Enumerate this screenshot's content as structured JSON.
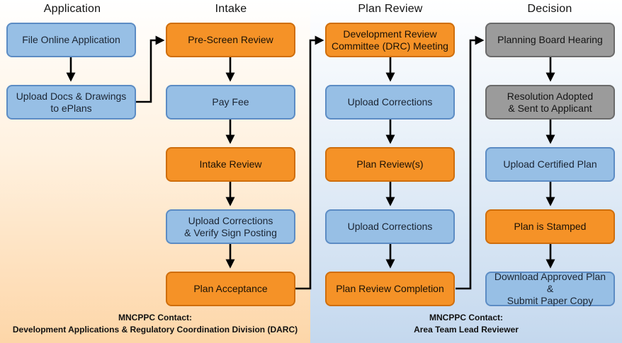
{
  "columns": [
    {
      "title": "Application"
    },
    {
      "title": "Intake"
    },
    {
      "title": "Plan Review"
    },
    {
      "title": "Decision"
    }
  ],
  "steps": {
    "application": [
      {
        "lines": [
          "File Online Application"
        ]
      },
      {
        "lines": [
          "Upload Docs & Drawings",
          "to ePlans"
        ]
      }
    ],
    "intake": [
      {
        "lines": [
          "Pre-Screen Review"
        ]
      },
      {
        "lines": [
          "Pay Fee"
        ]
      },
      {
        "lines": [
          "Intake Review"
        ]
      },
      {
        "lines": [
          "Upload Corrections",
          "& Verify Sign Posting"
        ]
      },
      {
        "lines": [
          "Plan Acceptance"
        ]
      }
    ],
    "plan_review": [
      {
        "lines": [
          "Development Review",
          "Committee (DRC) Meeting"
        ]
      },
      {
        "lines": [
          "Upload Corrections"
        ]
      },
      {
        "lines": [
          "Plan Review(s)"
        ]
      },
      {
        "lines": [
          "Upload Corrections"
        ]
      },
      {
        "lines": [
          "Plan Review Completion"
        ]
      }
    ],
    "decision": [
      {
        "lines": [
          "Planning Board Hearing"
        ]
      },
      {
        "lines": [
          "Resolution Adopted",
          "& Sent to Applicant"
        ]
      },
      {
        "lines": [
          "Upload Certified Plan"
        ]
      },
      {
        "lines": [
          "Plan is Stamped"
        ]
      },
      {
        "lines": [
          "Download Approved Plan &",
          "Submit Paper Copy"
        ]
      }
    ]
  },
  "contacts": {
    "left": {
      "label": "MNCPPC Contact:",
      "name": "Development Applications & Regulatory Coordination Division (DARC)"
    },
    "right": {
      "label": "MNCPPC Contact:",
      "name": "Area Team Lead Reviewer"
    }
  },
  "colors": {
    "blue": "#97bfe5",
    "orange": "#f59227",
    "gray": "#9b9b9b"
  }
}
